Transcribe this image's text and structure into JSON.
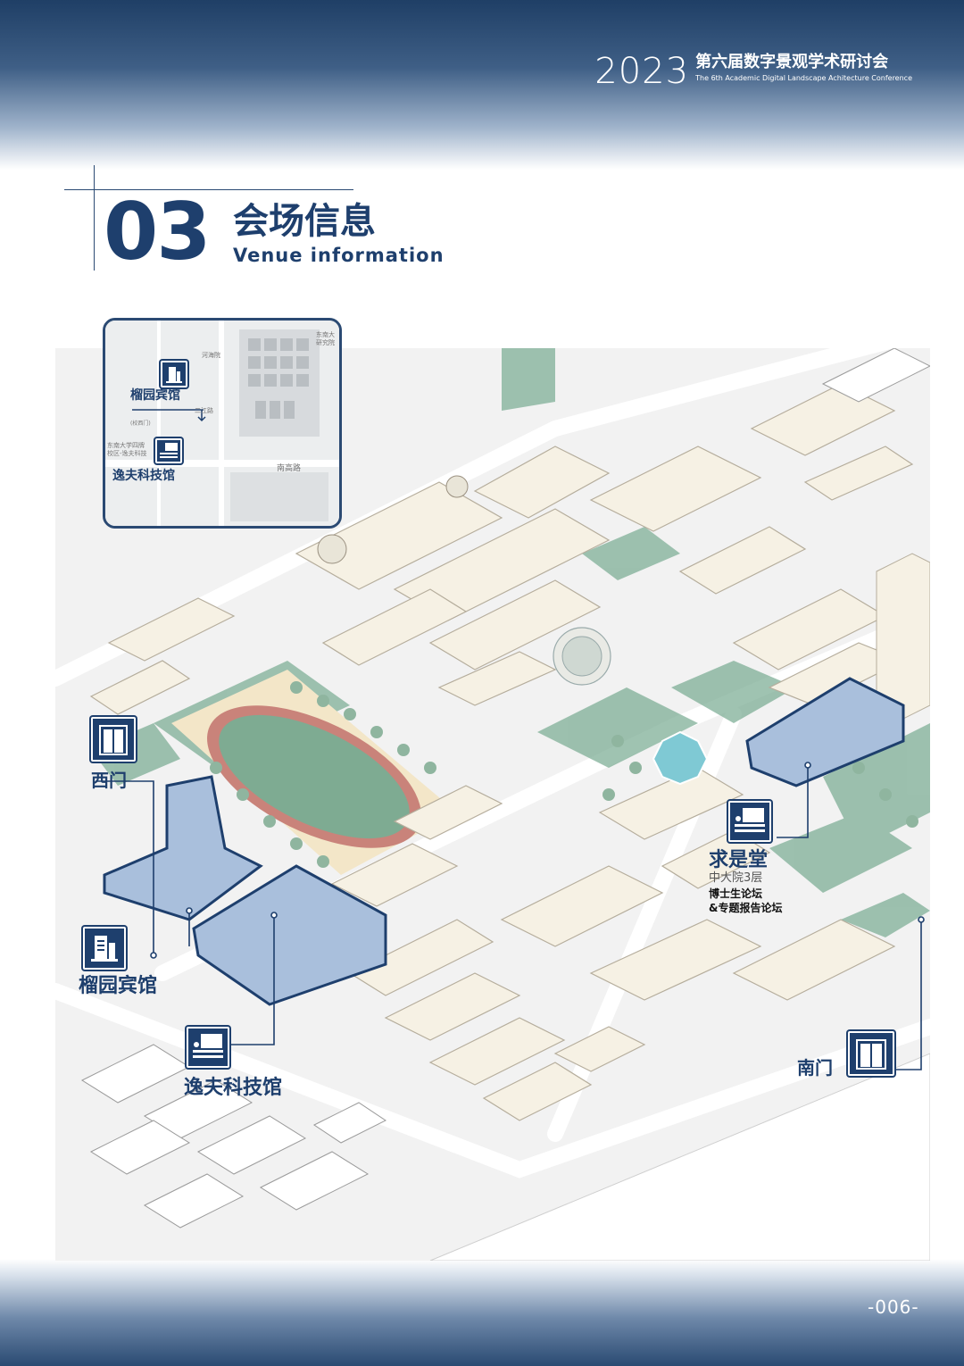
{
  "header": {
    "year": "2023",
    "title_cn": "第六届数字景观学术研讨会",
    "title_en": "The 6th Academic Digital Landscape Achitecture Conference"
  },
  "section": {
    "number": "03",
    "title_cn": "会场信息",
    "title_en": "Venue information"
  },
  "inset_map": {
    "labels": {
      "research": "东南大\n研究院",
      "hehai": "河海院",
      "liuyuan": "榴园宾馆",
      "erjiang": "二江路",
      "west_gate": "(校西门)",
      "campus": "东南大学四牌\n校区-逸夫科技",
      "yifu": "逸夫科技馆",
      "nangao": "南高路"
    }
  },
  "map": {
    "west_gate": "西门",
    "liuyuan_hotel": "榴园宾馆",
    "yifu_building": "逸夫科技馆",
    "qiushi_hall": "求是堂",
    "qiushi_floor": "中大院3层",
    "qiushi_event_1": "博士生论坛",
    "qiushi_event_2": "&专题报告论坛",
    "south_gate": "南门"
  },
  "page_number": "-006-",
  "colors": {
    "brand": "#1e3f6d",
    "highlight_building": "#a9bfdc",
    "green": "#78a891",
    "building": "#f6f1e4"
  }
}
